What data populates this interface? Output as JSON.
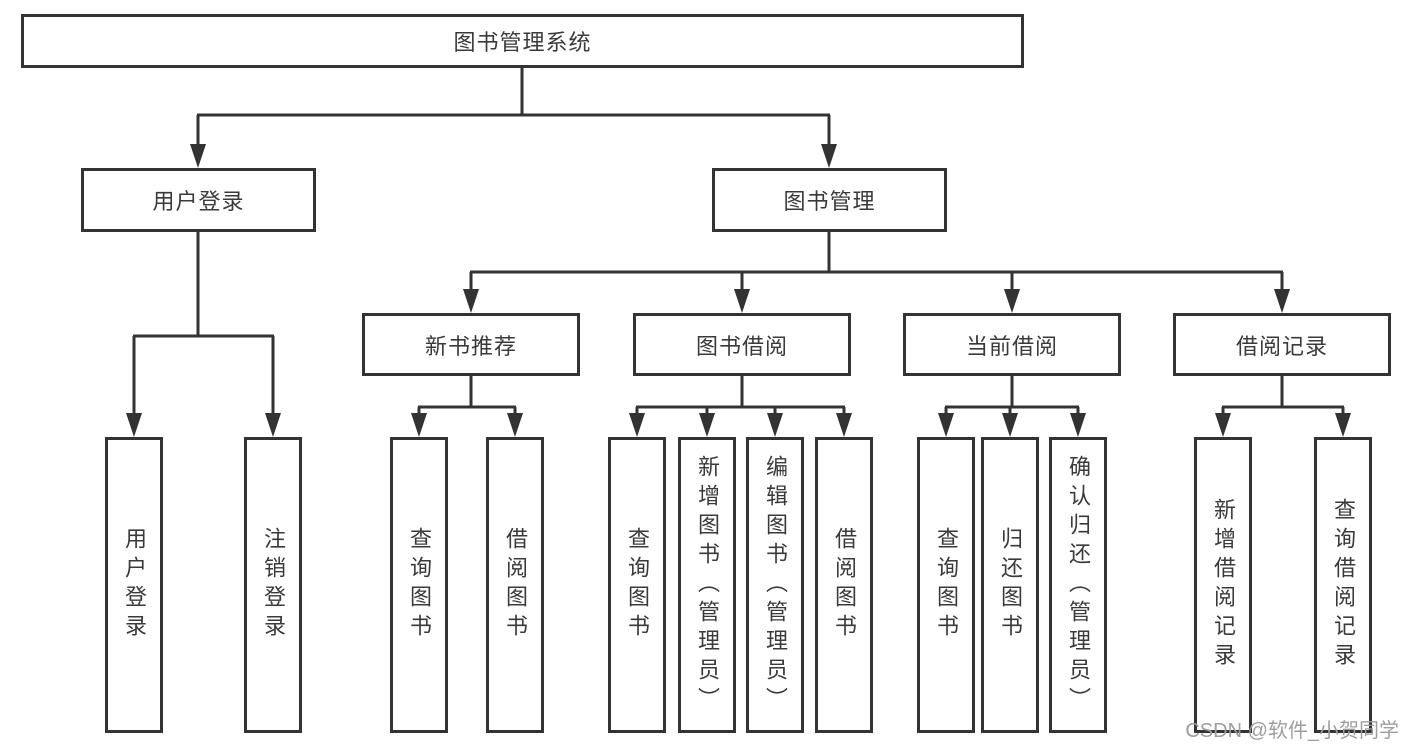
{
  "nodes": {
    "root": "图书管理系统",
    "user_login": "用户登录",
    "book_mgmt": "图书管理",
    "new_book_rec": "新书推荐",
    "book_borrow": "图书借阅",
    "current_borrow": "当前借阅",
    "borrow_record": "借阅记录",
    "leaf_user_login": "用户登录",
    "leaf_logout": "注销登录",
    "leaf_nbr_query": "查询图书",
    "leaf_nbr_borrow": "借阅图书",
    "leaf_bb_query": "查询图书",
    "leaf_bb_add": "新增图书（管理员）",
    "leaf_bb_edit": "编辑图书（管理员）",
    "leaf_bb_borrow": "借阅图书",
    "leaf_cb_query": "查询图书",
    "leaf_cb_return": "归还图书",
    "leaf_cb_confirm": "确认归还（管理员）",
    "leaf_br_add": "新增借阅记录",
    "leaf_br_query": "查询借阅记录"
  },
  "watermark": "CSDN @软件_小贺同学",
  "colors": {
    "line": "#333333",
    "box_border": "#333333",
    "text": "#3a3a3a",
    "watermark": "#9e9e9e",
    "background": "#ffffff"
  }
}
